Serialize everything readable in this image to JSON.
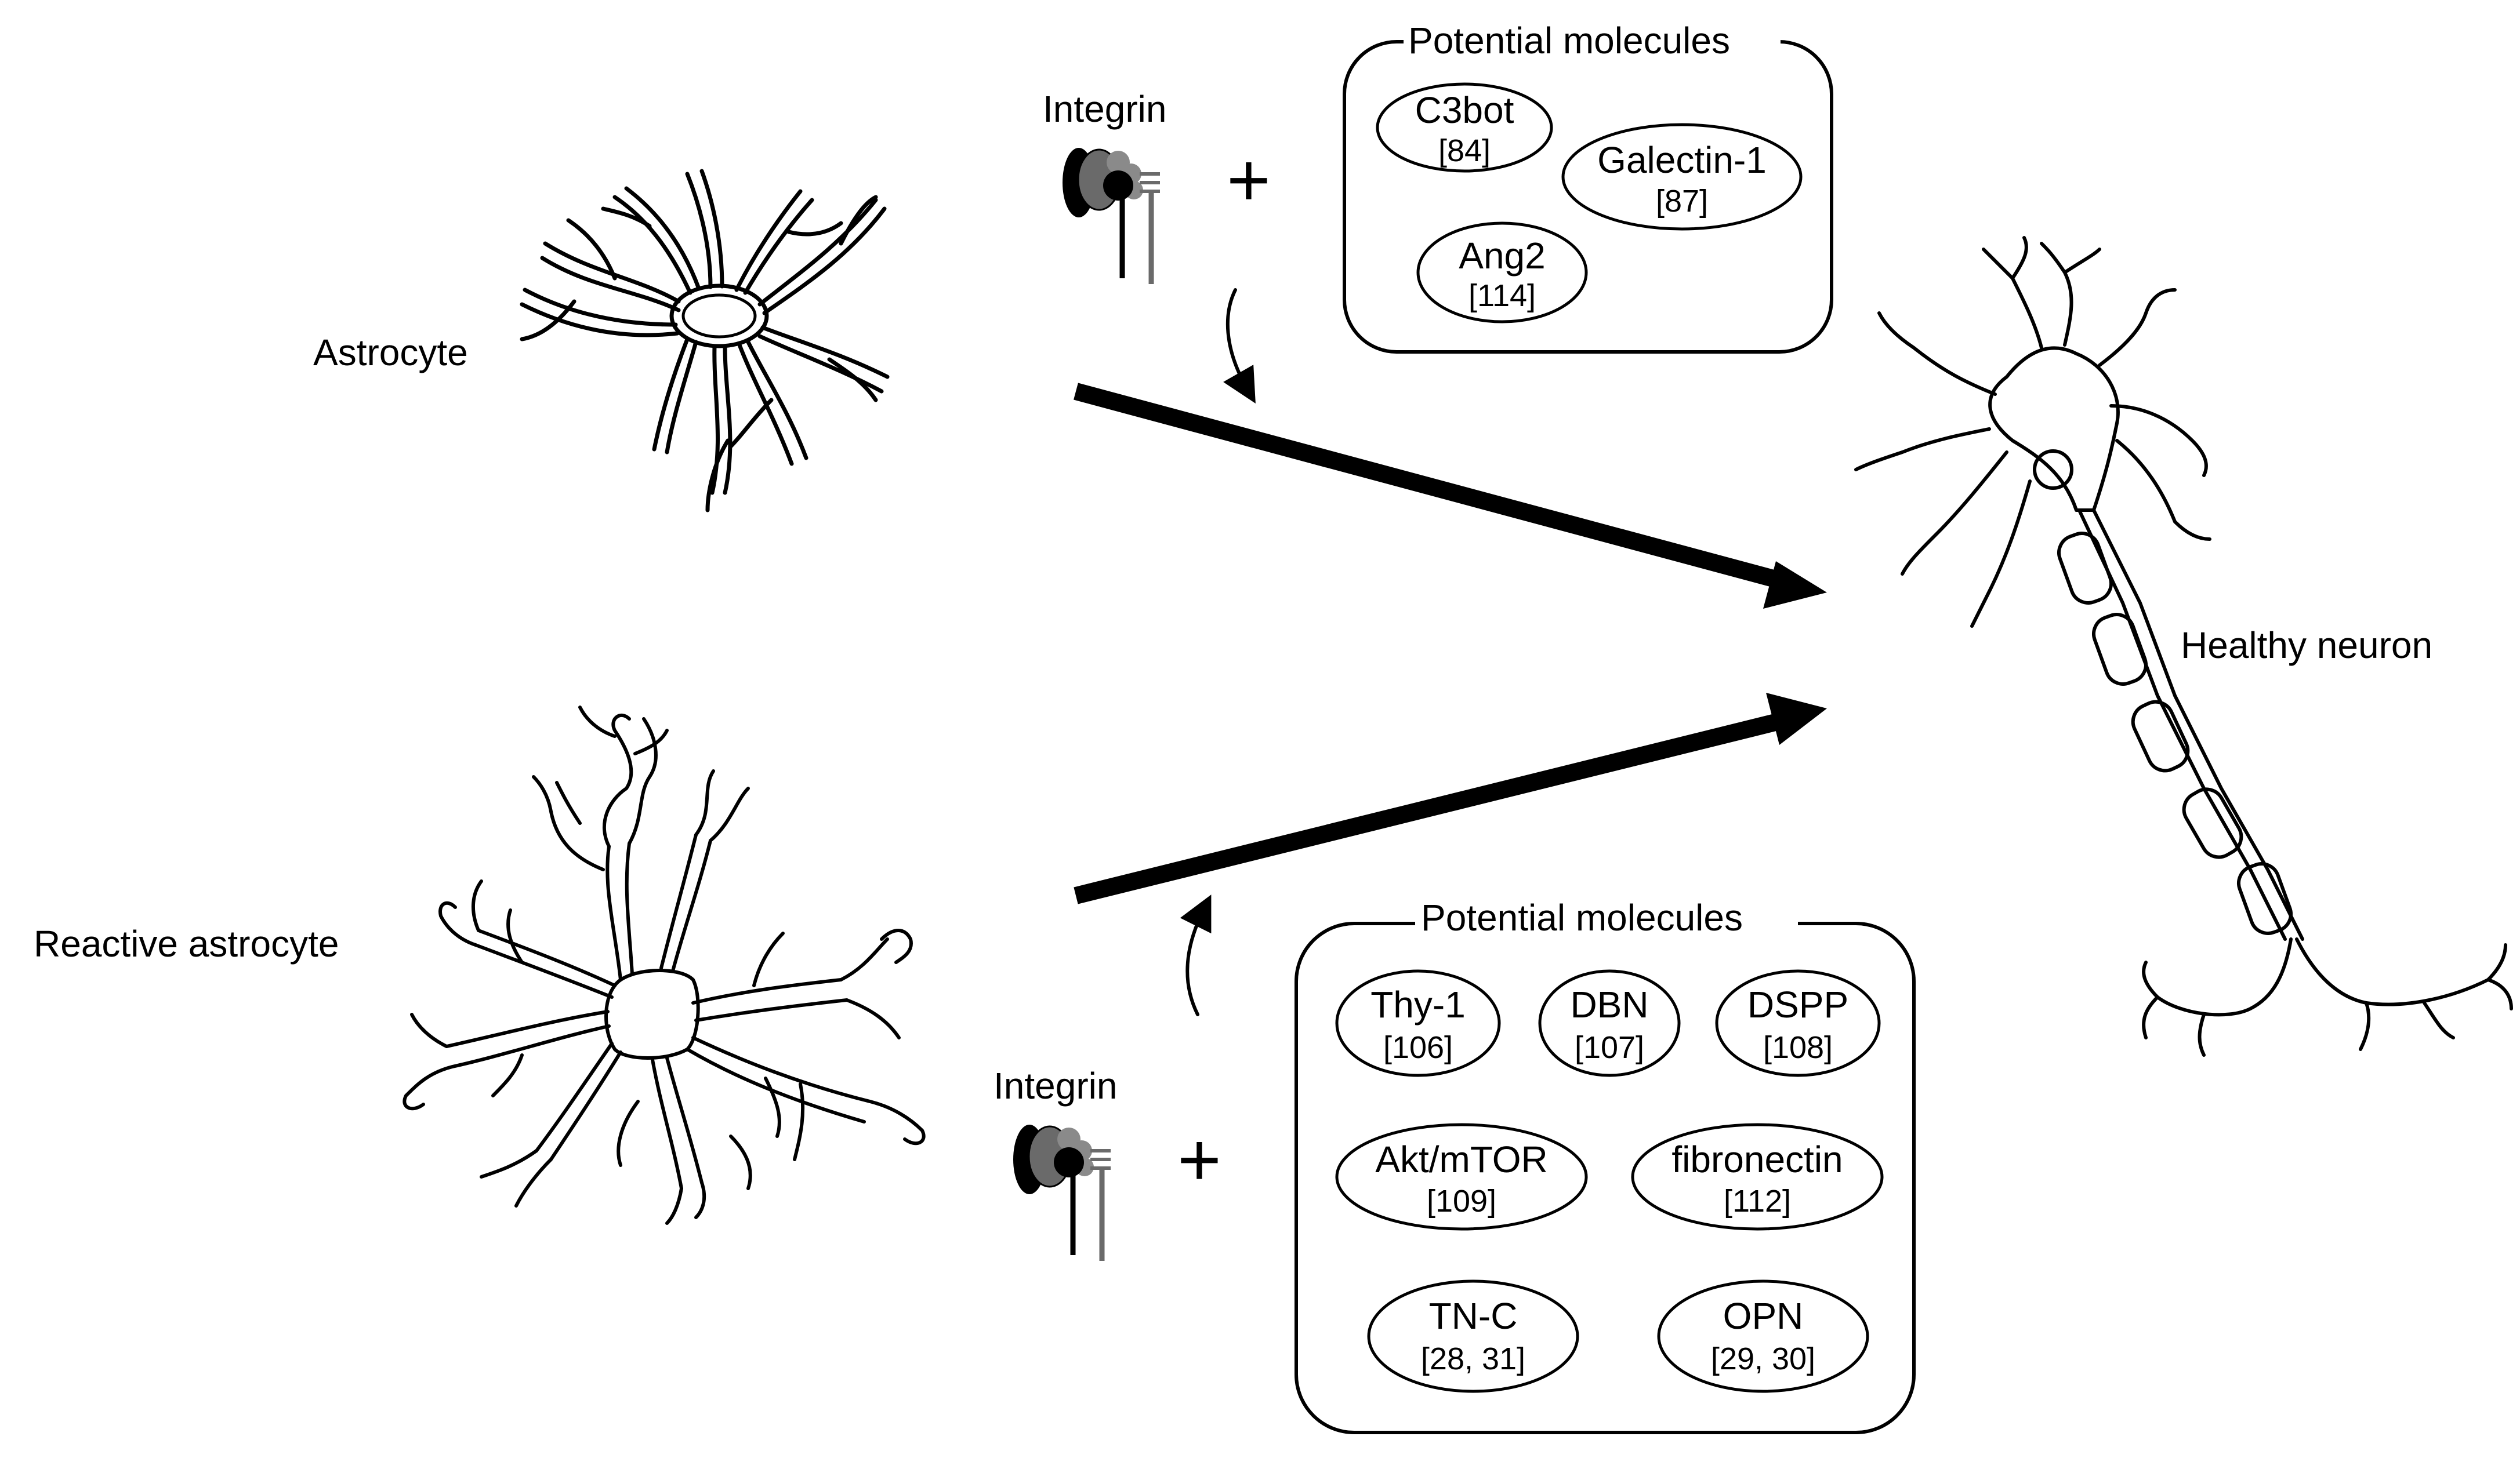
{
  "labels": {
    "astrocyte": "Astrocyte",
    "reactive_astrocyte": "Reactive astrocyte",
    "healthy_neuron": "Healthy neuron",
    "integrin_top": "Integrin",
    "integrin_bottom": "Integrin",
    "plus": "+"
  },
  "top_box": {
    "title": "Potential molecules",
    "molecules": [
      {
        "name": "C3bot",
        "ref": "[84]"
      },
      {
        "name": "Galectin-1",
        "ref": "[87]"
      },
      {
        "name": "Ang2",
        "ref": "[114]"
      }
    ]
  },
  "bottom_box": {
    "title": "Potential molecules",
    "molecules": [
      {
        "name": "Thy-1",
        "ref": "[106]"
      },
      {
        "name": "DBN",
        "ref": "[107]"
      },
      {
        "name": "DSPP",
        "ref": "[108]"
      },
      {
        "name": "Akt/mTOR",
        "ref": "[109]"
      },
      {
        "name": "fibronectin",
        "ref": "[112]"
      },
      {
        "name": "TN-C",
        "ref": "[28, 31]"
      },
      {
        "name": "OPN",
        "ref": "[29, 30]"
      }
    ]
  },
  "colors": {
    "line": "#000000",
    "integrin_light": "#8a8a8a",
    "integrin_mid": "#6a6a6a",
    "background": "#ffffff"
  }
}
